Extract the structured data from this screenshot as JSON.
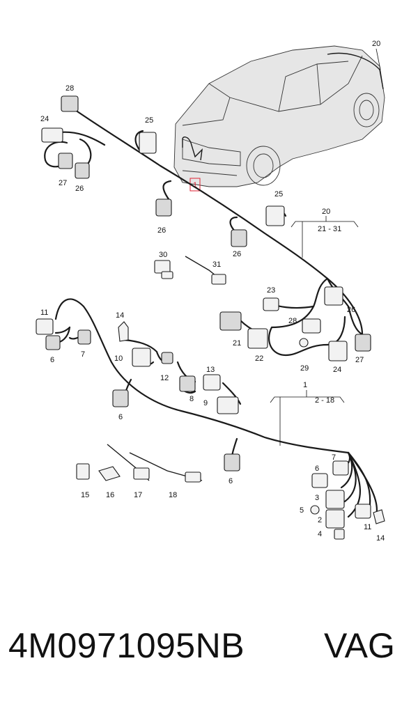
{
  "labels": {
    "car_ref": "1",
    "top_harness": "20",
    "top_range": "21 - 31",
    "l28": "28",
    "l24a": "24",
    "l27a": "27",
    "l26a": "26",
    "l25a": "25",
    "l26b": "26",
    "l25b": "25",
    "l26c": "26",
    "l30": "30",
    "l31": "31",
    "l23": "23",
    "l26d": "26",
    "l28b": "28",
    "l21": "21",
    "l22": "22",
    "l29": "29",
    "l24b": "24",
    "l27b": "27",
    "l11a": "11",
    "l6a": "6",
    "l7a": "7",
    "l14a": "14",
    "l10": "10",
    "l12": "12",
    "l13": "13",
    "l8": "8",
    "l9": "9",
    "l6b": "6",
    "bottom_harness": "1",
    "bottom_range": "2 - 18",
    "l6c": "6",
    "l15": "15",
    "l16": "16",
    "l17": "17",
    "l18": "18",
    "l6d": "6",
    "l7b": "7",
    "l3": "3",
    "l5": "5",
    "l2": "2",
    "l4": "4",
    "l11b": "11",
    "l14b": "14",
    "l20car": "20"
  },
  "footer": {
    "part_number": "4M0971095NB",
    "brand": "VAG"
  }
}
